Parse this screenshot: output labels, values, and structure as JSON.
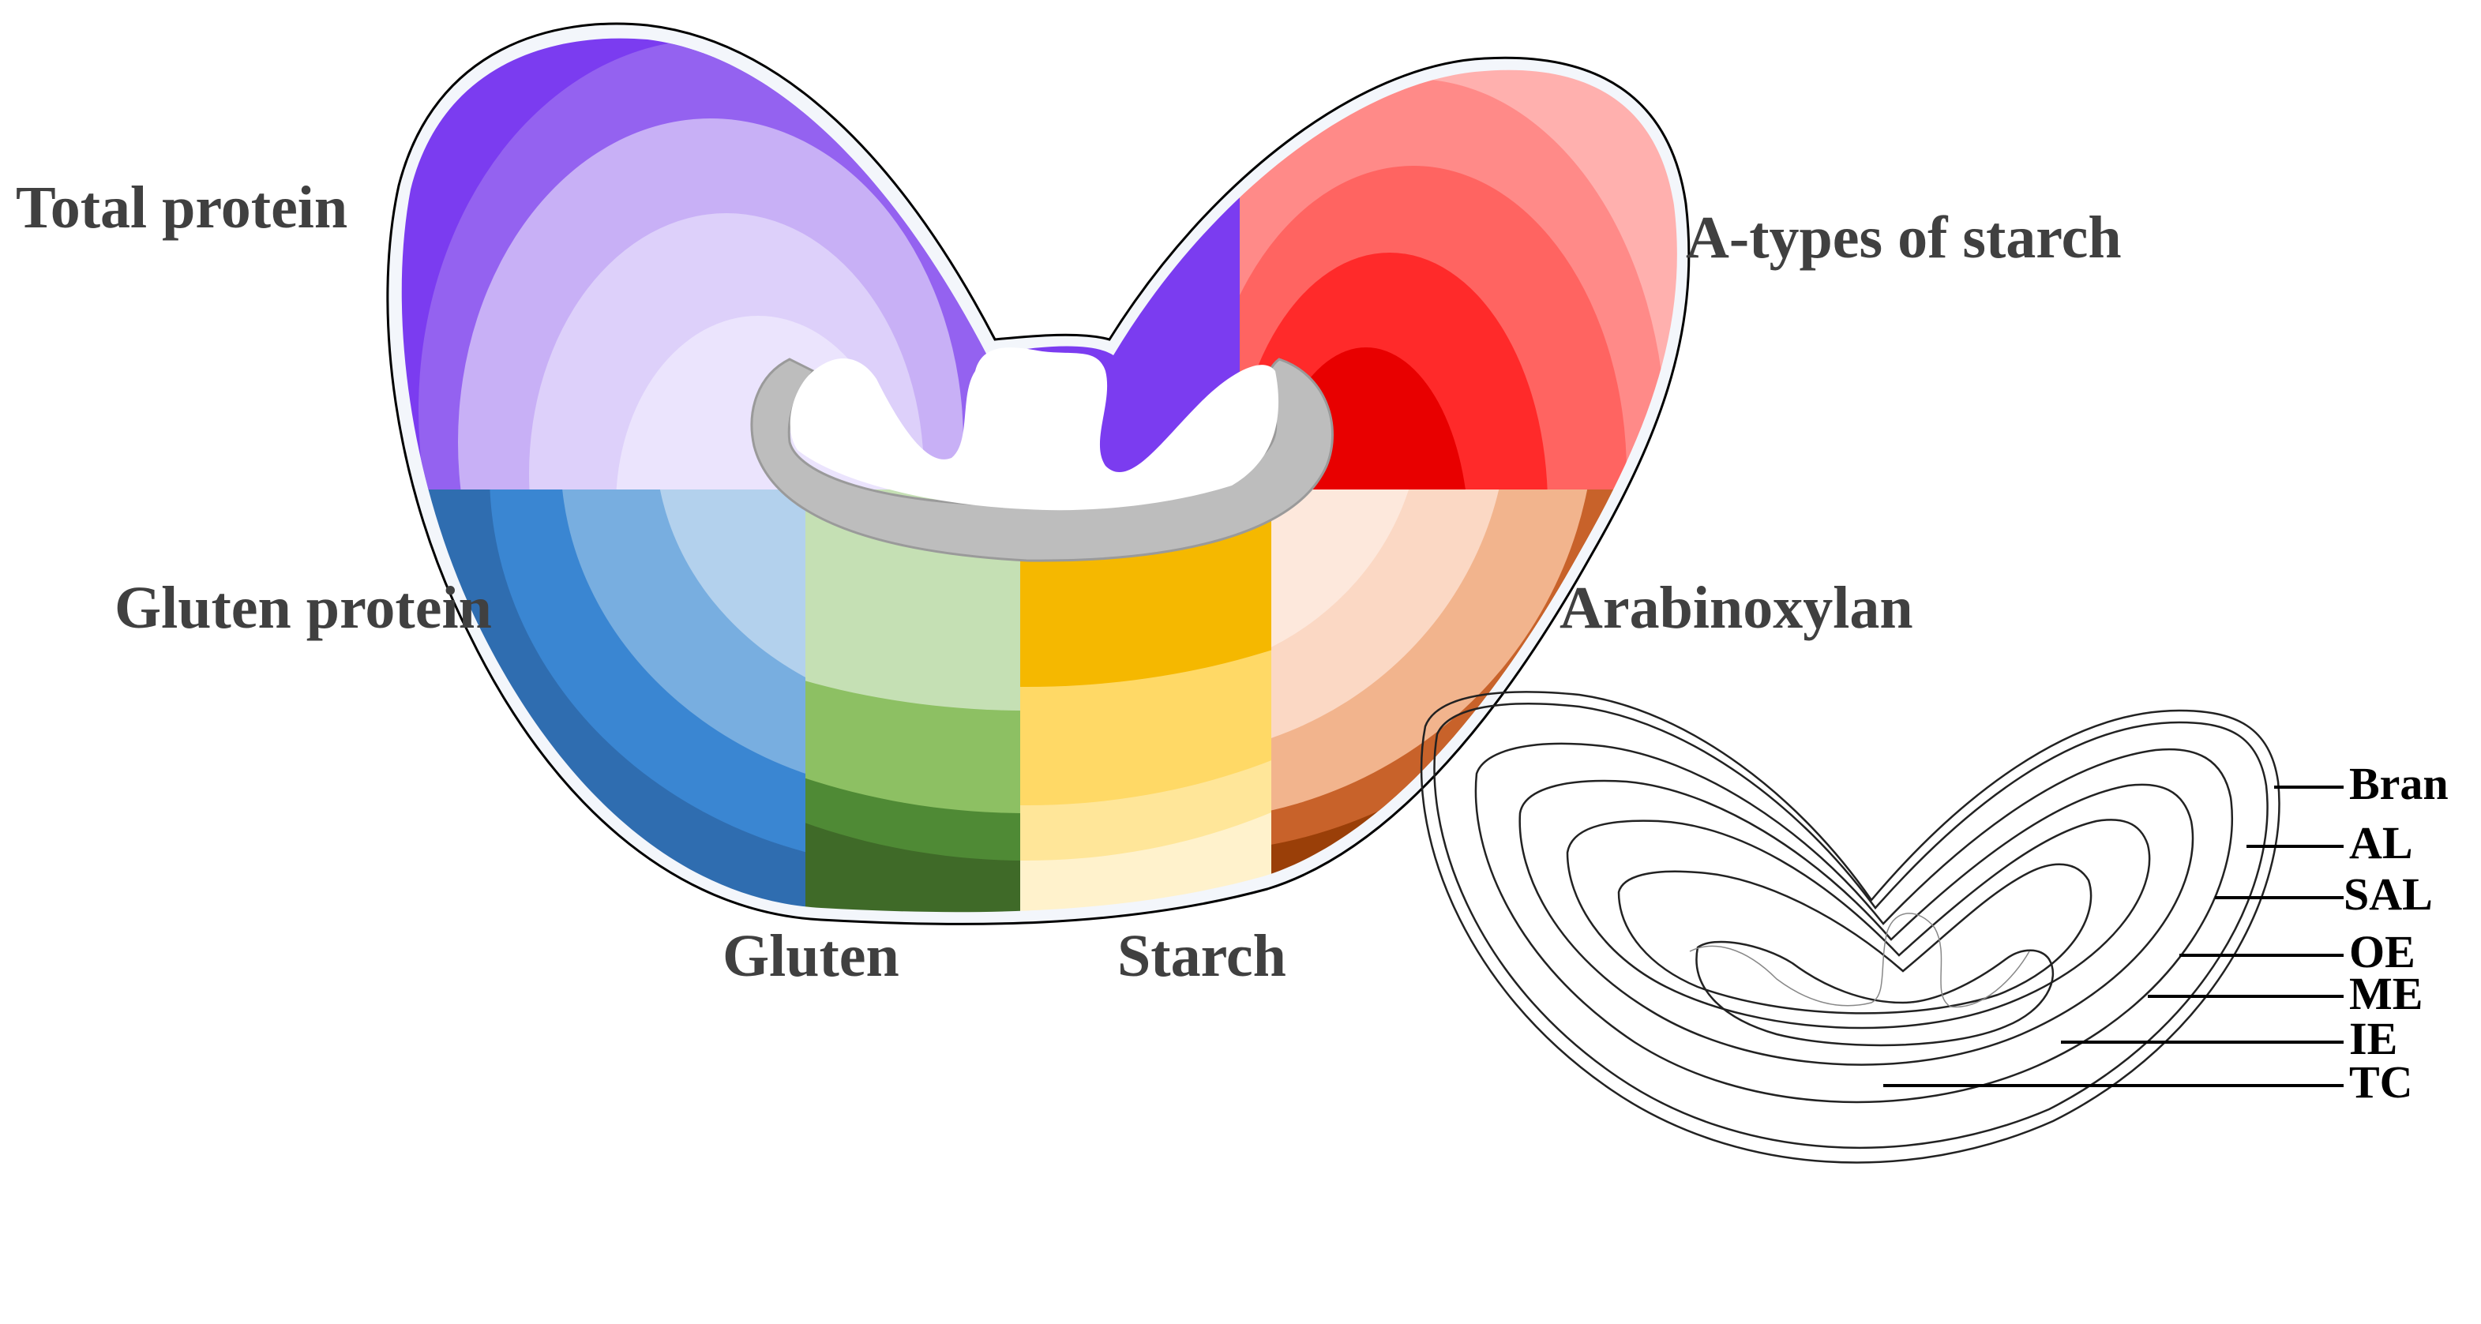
{
  "main_diagram": {
    "labels": {
      "total_protein": "Total protein",
      "a_types_of_starch": "A-types of starch",
      "gluten_protein": "Gluten protein",
      "arabinoxylan": "Arabinoxylan",
      "gluten": "Gluten",
      "starch": "Starch"
    },
    "colors": {
      "total_protein": [
        "#7b3cf0",
        "#9462f0",
        "#c8b0f6",
        "#ddd0fa",
        "#ebe4fd"
      ],
      "a_types_of_starch": [
        "#ffb0ae",
        "#ff8a88",
        "#ff6461",
        "#ff2a2a",
        "#e80000"
      ],
      "gluten_protein": [
        "#2f6db0",
        "#3a86d2",
        "#78aee0",
        "#b3d1ed"
      ],
      "arabinoxylan": [
        "#9a3f08",
        "#c8622a",
        "#f2b48d",
        "#fbd8c4",
        "#fde8dc"
      ],
      "gluten": [
        "#3f6a28",
        "#4f8a35",
        "#8dc063",
        "#c5e0b4"
      ],
      "starch": [
        "#fff2cc",
        "#ffe699",
        "#ffd966",
        "#f5b800"
      ],
      "germ_crease": "#bdbdbd"
    }
  },
  "layer_diagram": {
    "labels": [
      "Bran",
      "AL",
      "SAL",
      "OE",
      "ME",
      "IE",
      "TC"
    ]
  }
}
